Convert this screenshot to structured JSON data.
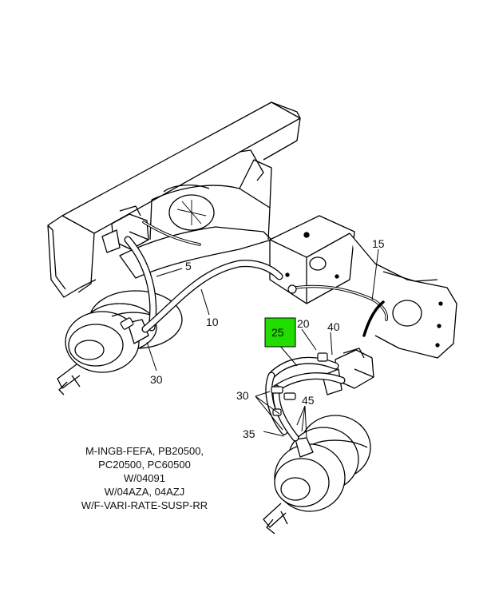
{
  "callouts": {
    "c5": "5",
    "c10": "10",
    "c15": "15",
    "c20": "20",
    "c25": "25",
    "c30a": "30",
    "c30b": "30",
    "c35": "35",
    "c40": "40",
    "c45": "45"
  },
  "highlight_color": "#22dd00",
  "note": {
    "line1": "M-INGB-FEFA, PB20500,",
    "line2": "PC20500, PC60500",
    "line3": "W/04091",
    "line4": "W/04AZA, 04AZJ",
    "line5": "W/F-VARI-RATE-SUSP-RR"
  }
}
